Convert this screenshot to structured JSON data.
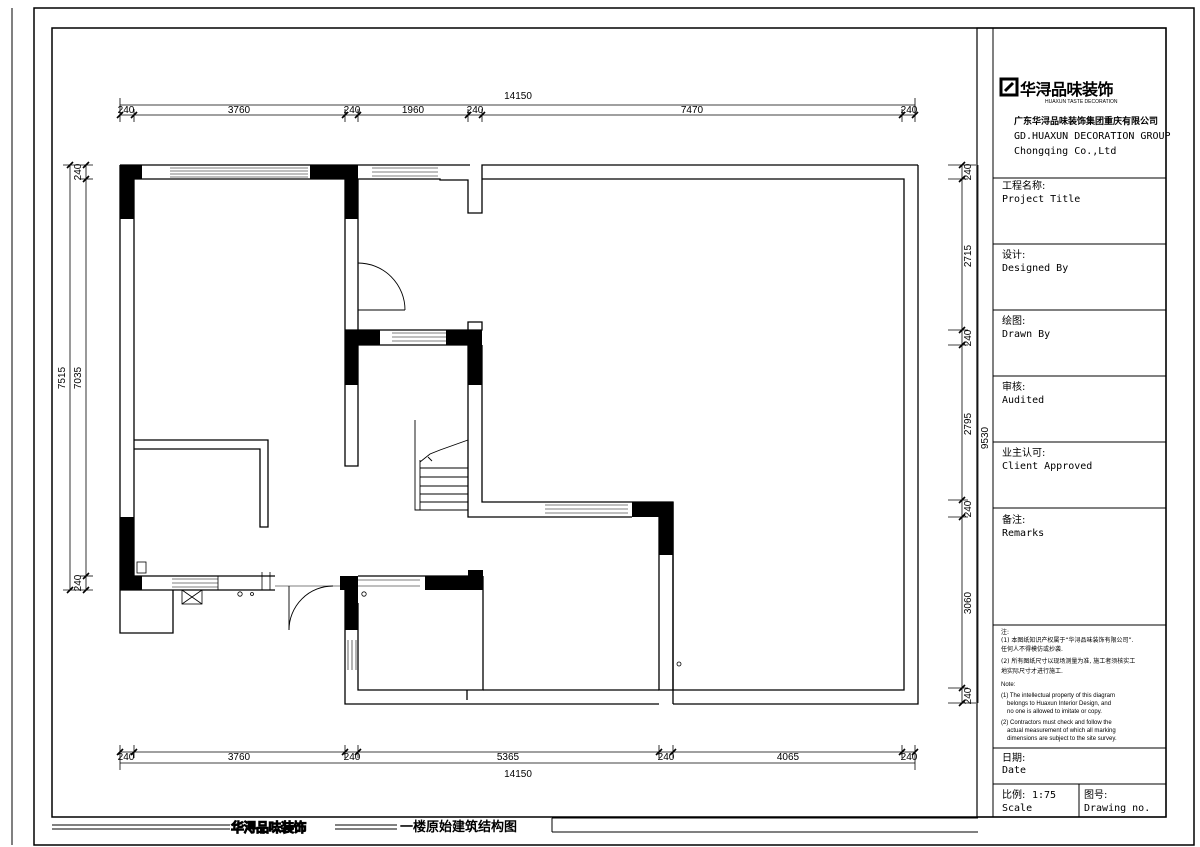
{
  "drawing": {
    "caption": "一楼原始建筑结构图",
    "footer_logo_text": "华浔品味装饰"
  },
  "dimensions": {
    "top_total": "14150",
    "top_segments": [
      "240",
      "3760",
      "240",
      "1960",
      "240",
      "7470",
      "240"
    ],
    "bottom_total": "14150",
    "bottom_segments": [
      "240",
      "3760",
      "240",
      "5365",
      "240",
      "4065",
      "240"
    ],
    "left_outer": "7515",
    "left_inner": "7035",
    "left_top": "240",
    "left_bottom": "240",
    "right_total": "9530",
    "right_segments": [
      "240",
      "2715",
      "240",
      "2795",
      "240",
      "3060",
      "240"
    ]
  },
  "title_block": {
    "logo_name": "华浔品味装饰",
    "logo_sub": "HUAXUN TASTE DECORATION",
    "company_cn": "广东华浔品味装饰集团重庆有限公司",
    "company_en_1": "GD.HUAXUN DECORATION GROUP",
    "company_en_2": "Chongqing Co.,Ltd",
    "project_cn": "工程名称:",
    "project_en": "Project Title",
    "designer_cn": "设计:",
    "designer_en": "Designed By",
    "drawer_cn": "绘图:",
    "drawer_en": "Drawn By",
    "auditor_cn": "审核:",
    "auditor_en": "Audited",
    "client_cn": "业主认可:",
    "client_en": "Client Approved",
    "remarks_cn": "备注:",
    "remarks_en": "Remarks",
    "notes_cn_head": "注:",
    "notes_cn_1": "(1) 本图纸知识产权属于“华浔品味装饰有限公司”.",
    "notes_cn_1b": "任何人不得模仿或抄袭.",
    "notes_cn_2": "(2) 所有图纸尺寸以现场测量为准, 施工者须核实工",
    "notes_cn_2b": "地实际尺寸才进行施工.",
    "notes_en_head": "Note:",
    "notes_en_1": "(1) The intellectual property of this diagram",
    "notes_en_1b": "belongs to Huaxun Interior Design, and",
    "notes_en_1c": "no one is allowed to imitate or copy.",
    "notes_en_2": "(2) Contractors must check and follow the",
    "notes_en_2b": "actual measurement of which all marking",
    "notes_en_2c": "dimensions are subject to the site survey.",
    "date_cn": "日期:",
    "date_en": "Date",
    "scale_cn": "比例:",
    "scale_value": "1:75",
    "scale_en": "Scale",
    "drawing_no_cn": "图号:",
    "drawing_no_en": "Drawing no."
  }
}
